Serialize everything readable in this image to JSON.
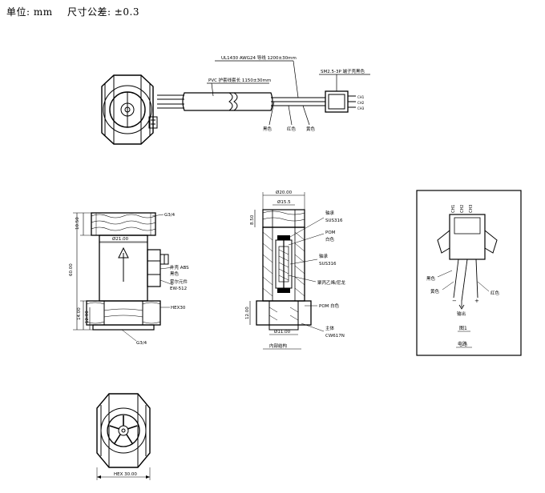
{
  "header": {
    "unit": "单位: mm",
    "tolerance": "尺寸公差: ±0.3"
  },
  "cable_view": {
    "wire_label": "UL1430 AWG24 导线 1200±30mm",
    "pvc_label": "PVC 护套线套长 1150±30mm",
    "connector_label": "SM2.5-3P 端子壳黑色",
    "wire_colors": [
      "黑色",
      "红色",
      "黄色"
    ]
  },
  "side_view": {
    "thread_top": "G3/4",
    "thread_bottom": "G3/4",
    "dim_total": "60.00",
    "dim_top": "10.50",
    "dim_bottom_a": "14.00",
    "dim_bottom_b": "12.00",
    "dim_dia": "Ø21.00",
    "material_1": "外壳 ABS",
    "material_2": "黑色",
    "material_3": "霍尔元件",
    "material_4": "EW-512",
    "hex": "HEX30"
  },
  "section_view": {
    "dim_top_dia": "Ø20.00",
    "dim_inner_dia": "Ø15.5",
    "dim_top_h": "8.50",
    "dim_bottom_h": "12.00",
    "dim_bottom_dia": "Ø11.00",
    "callouts": [
      "轴承",
      "SUS316",
      "POM",
      "白色",
      "轴承",
      "SUS316",
      "聚丙乙烯/尼龙",
      "POM 白色",
      "主体",
      "CW617N"
    ],
    "caption": "内部结构"
  },
  "wiring": {
    "pins": [
      "CH1",
      "CH2",
      "CH3"
    ],
    "left_labels": [
      "黑色",
      "黄色"
    ],
    "right_label": "红色",
    "signs": [
      "−",
      "+"
    ],
    "output": "输出",
    "figure": "图1",
    "title": "电路"
  },
  "bottom_view": {
    "hex_dim": "HEX 30.00"
  }
}
